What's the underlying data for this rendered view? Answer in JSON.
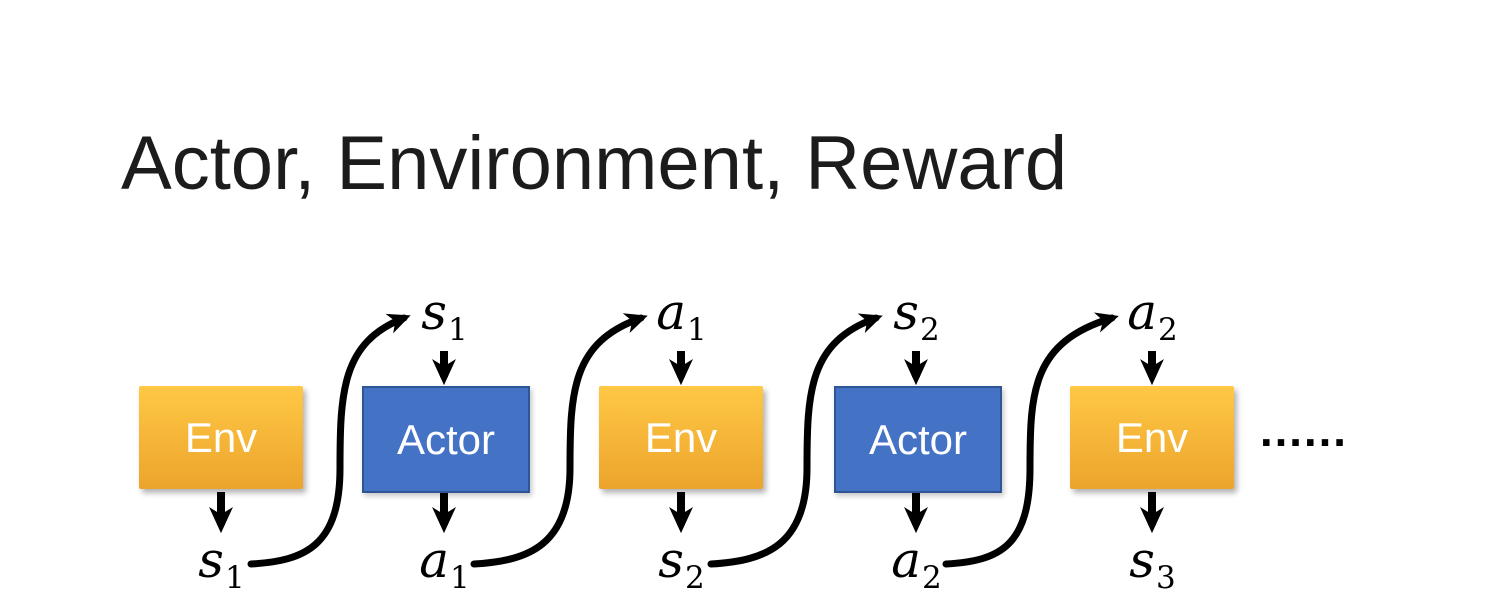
{
  "title": "Actor, Environment, Reward",
  "colors": {
    "title": "#1c1c1c",
    "ink": "#000000",
    "env_top": "#FFC845",
    "env_bottom": "#ECA42C",
    "actor_fill": "#4472C4",
    "actor_border": "#2F5597",
    "box_text": "#FFFFFF"
  },
  "diagram": {
    "boxes": [
      {
        "label": "Env",
        "type": "environment"
      },
      {
        "label": "Actor",
        "type": "actor"
      },
      {
        "label": "Env",
        "type": "environment"
      },
      {
        "label": "Actor",
        "type": "actor"
      },
      {
        "label": "Env",
        "type": "environment"
      }
    ],
    "top_labels": [
      {
        "base": "s",
        "sub": "1"
      },
      {
        "base": "a",
        "sub": "1"
      },
      {
        "base": "s",
        "sub": "2"
      },
      {
        "base": "a",
        "sub": "2"
      }
    ],
    "bottom_labels": [
      {
        "base": "s",
        "sub": "1"
      },
      {
        "base": "a",
        "sub": "1"
      },
      {
        "base": "s",
        "sub": "2"
      },
      {
        "base": "a",
        "sub": "2"
      },
      {
        "base": "s",
        "sub": "3"
      }
    ],
    "ellipsis": "……"
  }
}
